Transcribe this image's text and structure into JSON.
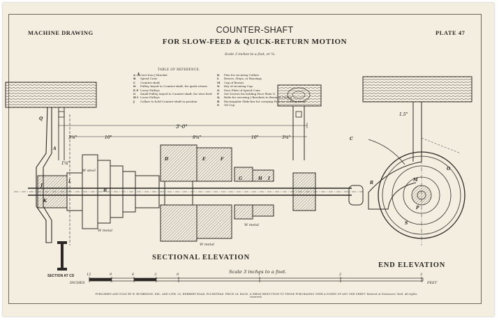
{
  "header": {
    "left": "MACHINE DRAWING",
    "title": "COUNTER-SHAFT",
    "subtitle": "FOR SLOW-FEED & QUICK-RETURN MOTION",
    "plate": "PLATE 47",
    "scale_note": "Scale 3 inches to a foot, or ¼."
  },
  "reference_table": {
    "title": "TABLE OF REFERENCE.",
    "left_items": [
      {
        "key": "A",
        "text": "Cast Iron J Bracket"
      },
      {
        "key": "B",
        "text": "Speed Cone"
      },
      {
        "key": "C",
        "text": "Counter-shaft"
      },
      {
        "key": "D",
        "text": "Pulley, keyed to Counter-shaft, for quick return"
      },
      {
        "key": "E F",
        "text": "Loose Pulleys"
      },
      {
        "key": "G",
        "text": "Small Pulley, keyed to Counter-shaft, for slow feed"
      },
      {
        "key": "H I",
        "text": "Loose Pulleys"
      },
      {
        "key": "J",
        "text": "Collars to hold Counter-shaft in position"
      }
    ],
    "right_items": [
      {
        "key": "K",
        "text": "Pins for securing Collars"
      },
      {
        "key": "L",
        "text": "Bosses, Steps, or Bearings"
      },
      {
        "key": "M",
        "text": "Cap of Bosses"
      },
      {
        "key": "N",
        "text": "Key of securing Cap"
      },
      {
        "key": "O",
        "text": "Face Plate of Speed Cone"
      },
      {
        "key": "P",
        "text": "Set Screws for holding Face Plate O"
      },
      {
        "key": "Q",
        "text": "Bolts for securing J Brackets to Beam at Ceiling"
      },
      {
        "key": "R",
        "text": "Rectangular Slide-bar for carrying Fork for shifting Strap"
      },
      {
        "key": "S",
        "text": "Oil Cup"
      }
    ]
  },
  "dimensions": {
    "overall": "3'-0\"",
    "d1": "10\"",
    "d2": "9¼\"",
    "d3": "10\"",
    "d4": "3¼\"",
    "d5": "3¼\"",
    "d6": "1¼\"",
    "d7": "1.5\""
  },
  "part_labels": {
    "A": "A",
    "B": "B",
    "C": "C",
    "D": "D",
    "E": "E",
    "F": "F",
    "G": "G",
    "H": "H",
    "I": "I",
    "J": "J",
    "K": "K",
    "L": "L",
    "M": "M",
    "O": "O",
    "P": "P",
    "Q": "Q",
    "R": "R",
    "S": "S"
  },
  "material_notes": {
    "steel": "W steel",
    "metal": "W metal",
    "metal2": "W metal",
    "metal3": "W metal"
  },
  "view_labels": {
    "sectional": "SECTIONAL ELEVATION",
    "end": "END ELEVATION",
    "section": "SECTION AT CD"
  },
  "scale_bar": {
    "caption": "Scale 3 inches to a foot.",
    "inches_label": "INCHES",
    "feet_label": "FEET",
    "inch_ticks": [
      "12",
      "9",
      "6",
      "3",
      "0"
    ],
    "foot_ticks": [
      "1",
      "2",
      "3"
    ]
  },
  "footer": "PUBLISHED AND SOLD BY W. BUSBRIDGE, DEL. AND LITH. 30, HERBERT ROAD, PLUMSTEAD.  PRICE 2d. EACH.  A GREAT REDUCTION TO THOSE PURCHASING OVER A DOZEN OF ANY ONE SHEET.  Entered at Stationers' Hall.  All rights reserved."
}
